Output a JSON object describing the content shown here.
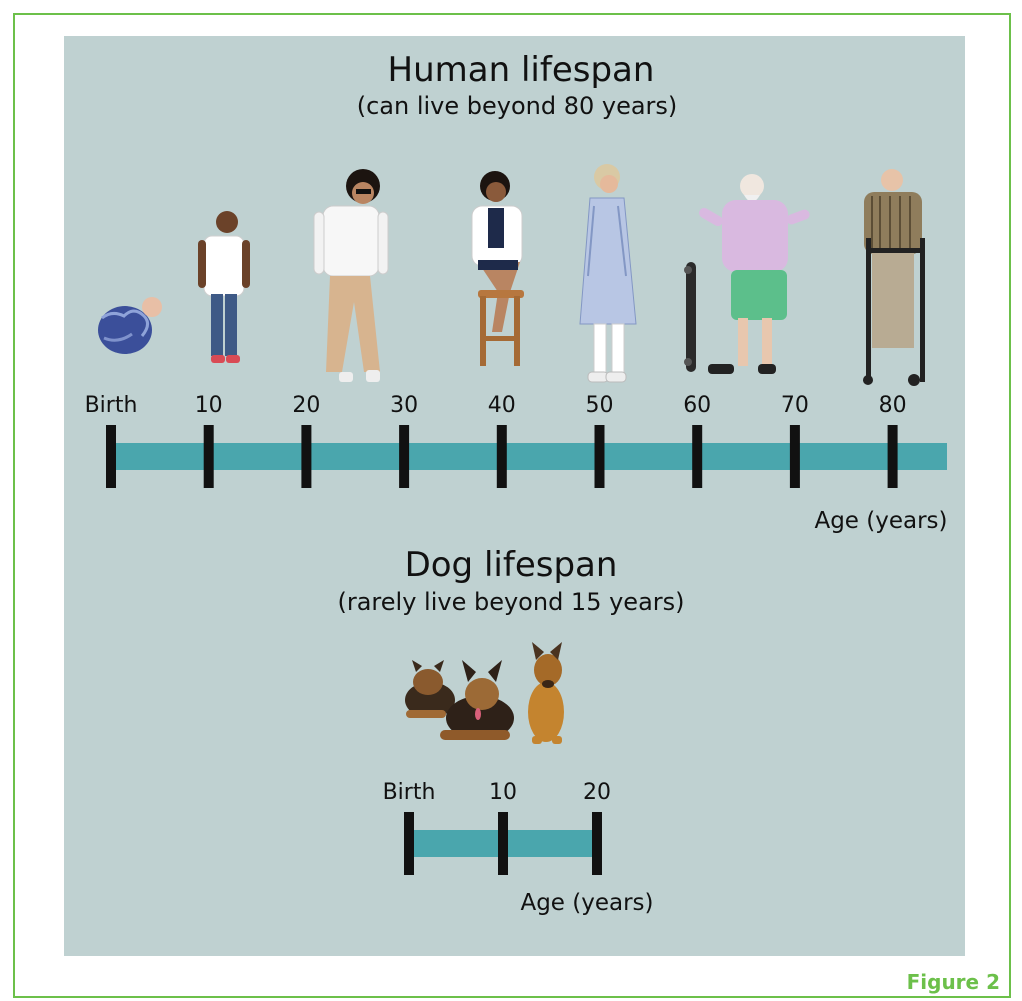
{
  "colors": {
    "frame": "#6cc04a",
    "panel": "#bfd1d1",
    "bar": "#4aa6ad",
    "tick": "#111111",
    "figure_label": "#6cc04a"
  },
  "human": {
    "title": "Human lifespan",
    "subtitle": "(can live beyond 80 years)",
    "axis_label": "Age (years)",
    "ticks": [
      {
        "label": "Birth",
        "age": 0
      },
      {
        "label": "10",
        "age": 10
      },
      {
        "label": "20",
        "age": 20
      },
      {
        "label": "30",
        "age": 30
      },
      {
        "label": "40",
        "age": 40
      },
      {
        "label": "50",
        "age": 50
      },
      {
        "label": "60",
        "age": 60
      },
      {
        "label": "70",
        "age": 70
      },
      {
        "label": "80",
        "age": 80
      }
    ],
    "figures": [
      "baby-figure",
      "child-figure",
      "young-man-figure",
      "woman-on-stool-figure",
      "middle-aged-woman-figure",
      "older-man-skateboard-figure",
      "elderly-man-walker-figure"
    ]
  },
  "dog": {
    "title": "Dog lifespan",
    "subtitle": "(rarely live beyond 15 years)",
    "axis_label": "Age (years)",
    "ticks": [
      {
        "label": "Birth",
        "age": 0
      },
      {
        "label": "10",
        "age": 10
      },
      {
        "label": "20",
        "age": 20
      }
    ],
    "figures": [
      "puppy-figure",
      "young-dog-figure",
      "adult-dog-figure"
    ]
  },
  "figure_label": "Figure 2"
}
